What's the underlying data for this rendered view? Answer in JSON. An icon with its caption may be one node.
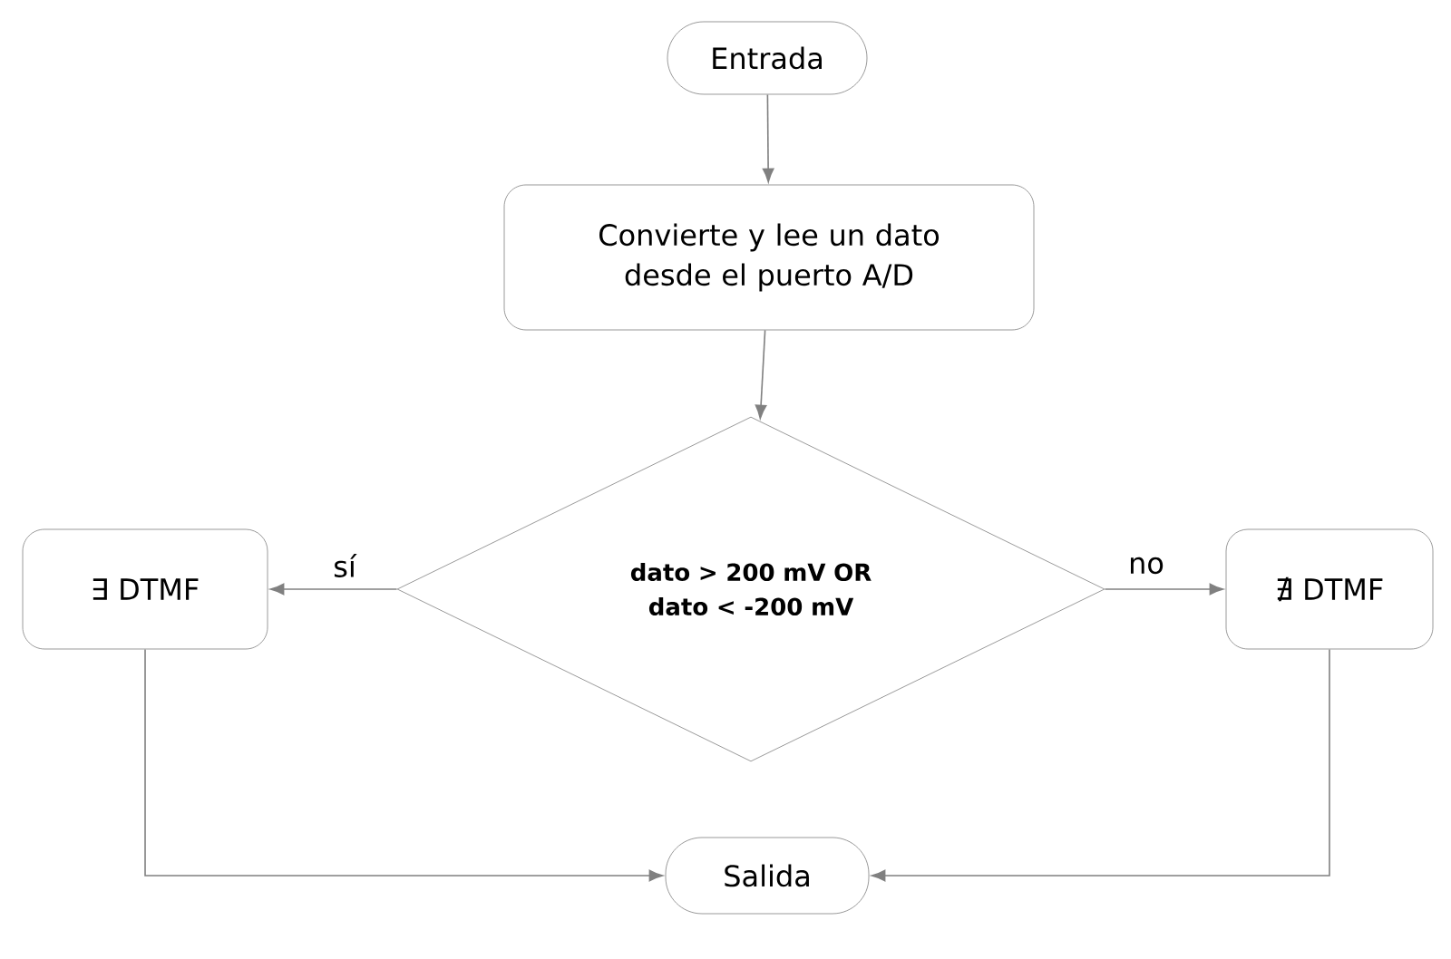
{
  "diagram": {
    "nodes": [
      {
        "text": [
          "Entrada"
        ]
      },
      {
        "text": [
          "Convierte y lee un dato desde el puerto A/D"
        ]
      },
      {
        "text": [
          "dato > 200 mV OR dato < -200 mV"
        ]
      },
      {
        "text": [
          "∃ DTMF"
        ]
      },
      {
        "text": [
          "∄ DTMF"
        ]
      },
      {
        "text": [
          "Salida"
        ]
      }
    ],
    "edges": [
      {
        "from": 0,
        "to": 1,
        "arrow": "to"
      },
      {
        "from": 1,
        "to": 2,
        "arrow": "to"
      },
      {
        "from": 2,
        "to": 3,
        "arrow": "to",
        "label": "sí"
      },
      {
        "from": 2,
        "to": 4,
        "arrow": "to",
        "label": "no"
      },
      {
        "from": 3,
        "to": 5,
        "arrow": "to"
      },
      {
        "from": 4,
        "to": 5,
        "arrow": "to"
      }
    ]
  }
}
